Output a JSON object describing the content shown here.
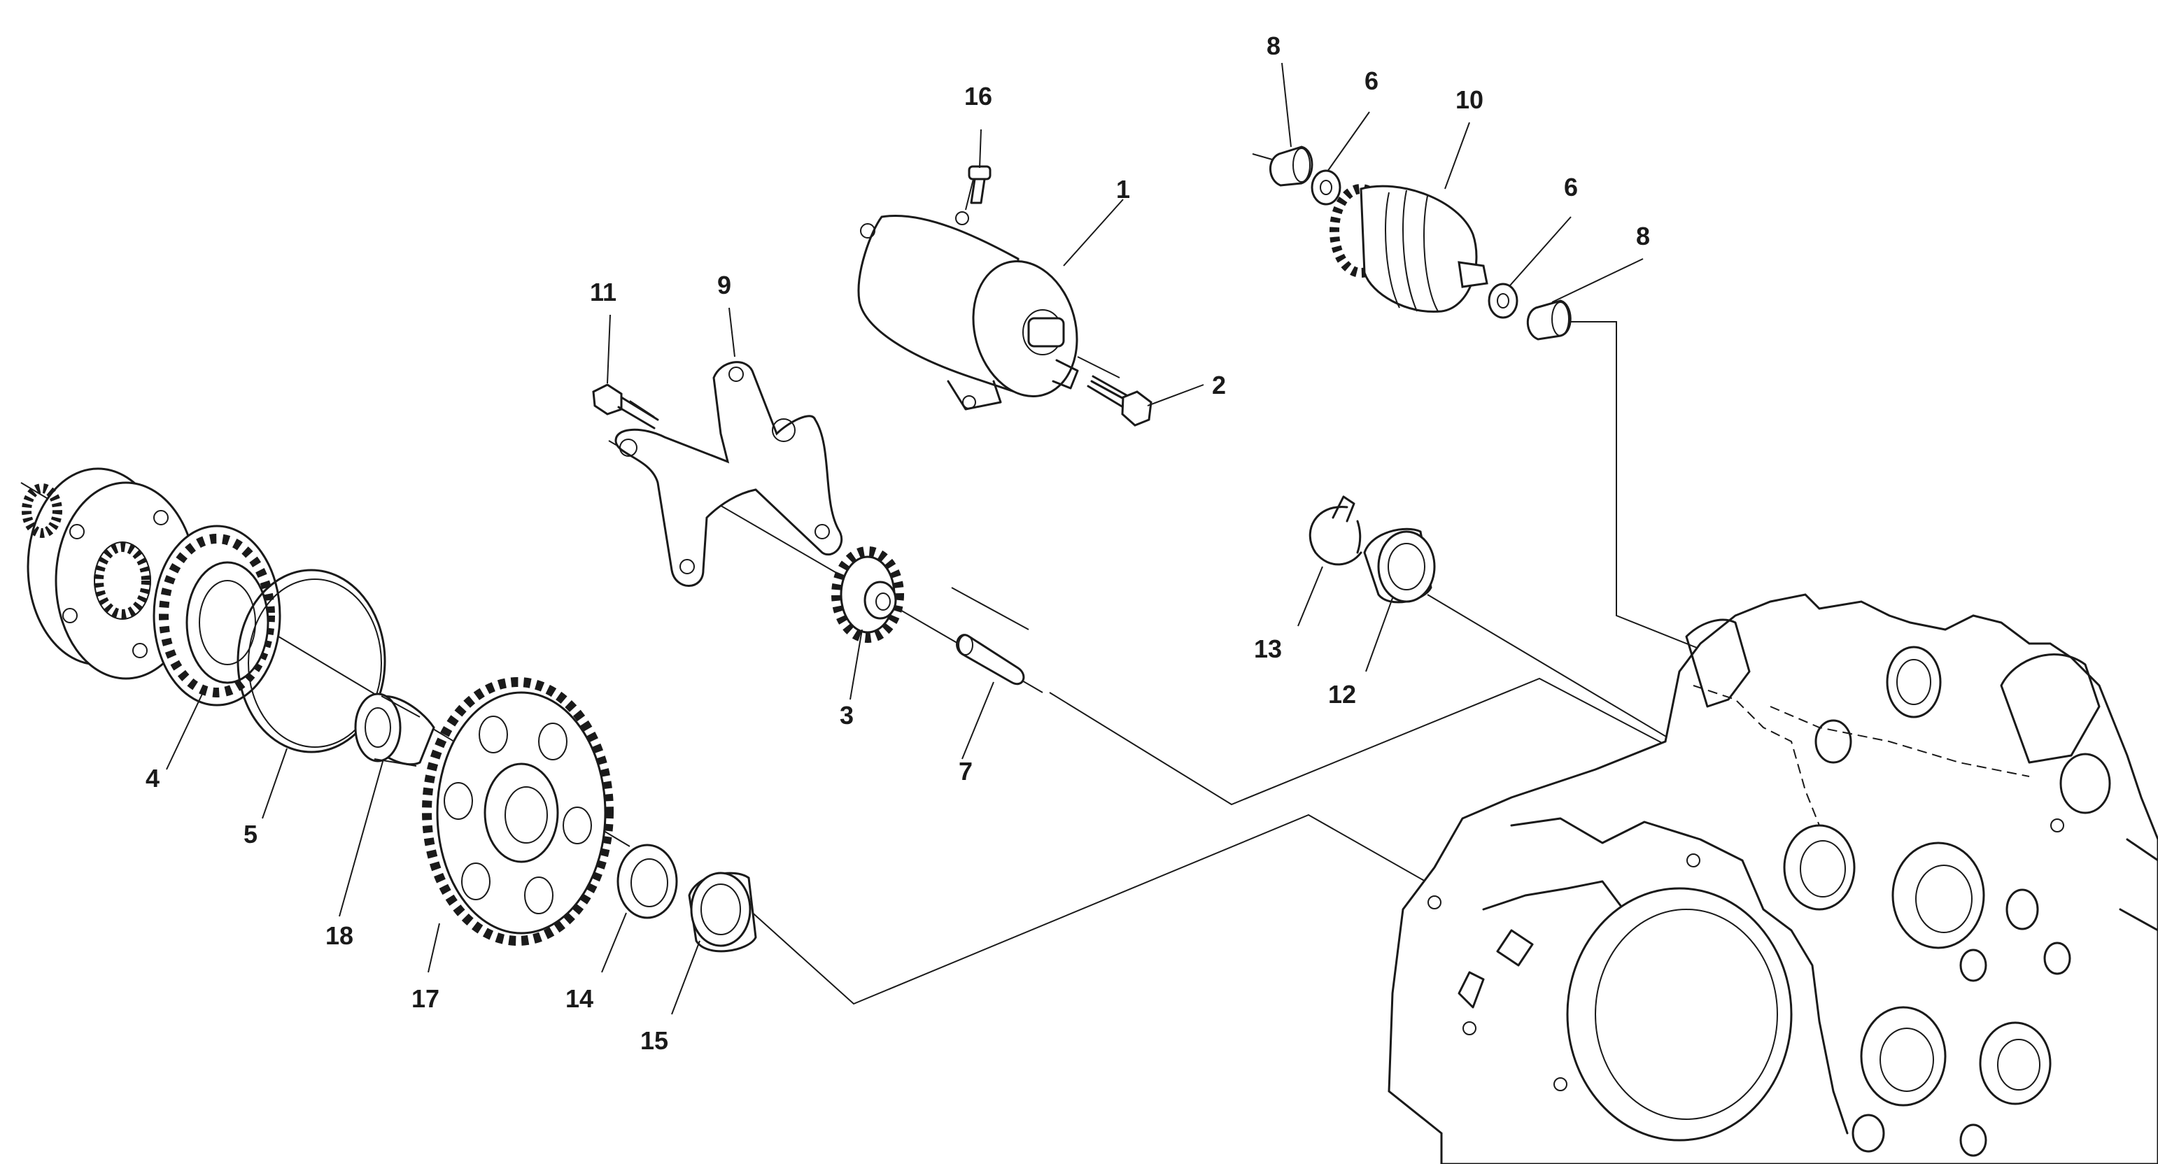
{
  "diagram": {
    "callouts": [
      {
        "id": "c1",
        "text": "1"
      },
      {
        "id": "c2",
        "text": "2"
      },
      {
        "id": "c3",
        "text": "3"
      },
      {
        "id": "c4",
        "text": "4"
      },
      {
        "id": "c5",
        "text": "5"
      },
      {
        "id": "c6a",
        "text": "6"
      },
      {
        "id": "c6b",
        "text": "6"
      },
      {
        "id": "c7",
        "text": "7"
      },
      {
        "id": "c8a",
        "text": "8"
      },
      {
        "id": "c8b",
        "text": "8"
      },
      {
        "id": "c9",
        "text": "9"
      },
      {
        "id": "c10",
        "text": "10"
      },
      {
        "id": "c11",
        "text": "11"
      },
      {
        "id": "c12",
        "text": "12"
      },
      {
        "id": "c13",
        "text": "13"
      },
      {
        "id": "c14",
        "text": "14"
      },
      {
        "id": "c15",
        "text": "15"
      },
      {
        "id": "c16",
        "text": "16"
      },
      {
        "id": "c17",
        "text": "17"
      },
      {
        "id": "c18",
        "text": "18"
      }
    ]
  }
}
